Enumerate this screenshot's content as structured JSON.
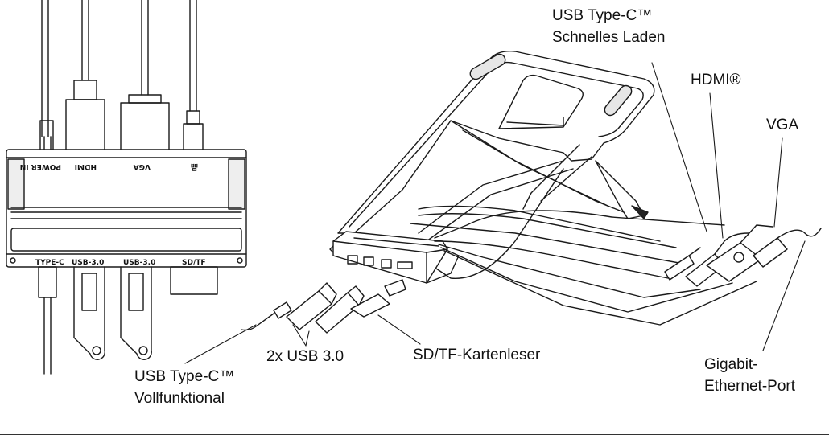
{
  "callouts": {
    "usbc_fast_charge": [
      "USB Type-C™",
      "Schnelles Laden"
    ],
    "hdmi": "HDMI®",
    "vga": "VGA",
    "ethernet": [
      "Gigabit-",
      "Ethernet-Port"
    ],
    "sd_reader": "SD/TF-Kartenleser",
    "usb3": "2x USB 3.0",
    "usbc_full": [
      "USB Type-C™",
      "Vollfunktional"
    ]
  },
  "hub_front_view": {
    "top_labels": [
      "POWER IN",
      "HDMI",
      "VGA",
      "品"
    ],
    "bottom_labels": [
      "TYPE-C",
      "USB-3.0",
      "USB-3.0",
      "SD/TF"
    ]
  },
  "colors": {
    "line": "#1a1a1a",
    "fill": "#ffffff",
    "shade": "#e6e6e6"
  }
}
